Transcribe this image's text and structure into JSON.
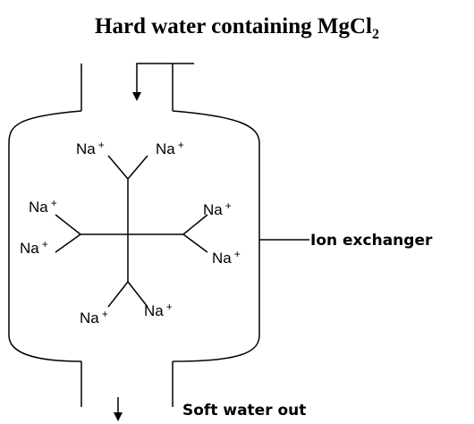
{
  "title": {
    "text": "Hard water containing MgCl",
    "subscript": "2"
  },
  "ion_label": "Na",
  "ion_charge": "+",
  "labels": {
    "ion_exchanger": "Ion exchanger",
    "soft_water_out": "Soft water out"
  }
}
